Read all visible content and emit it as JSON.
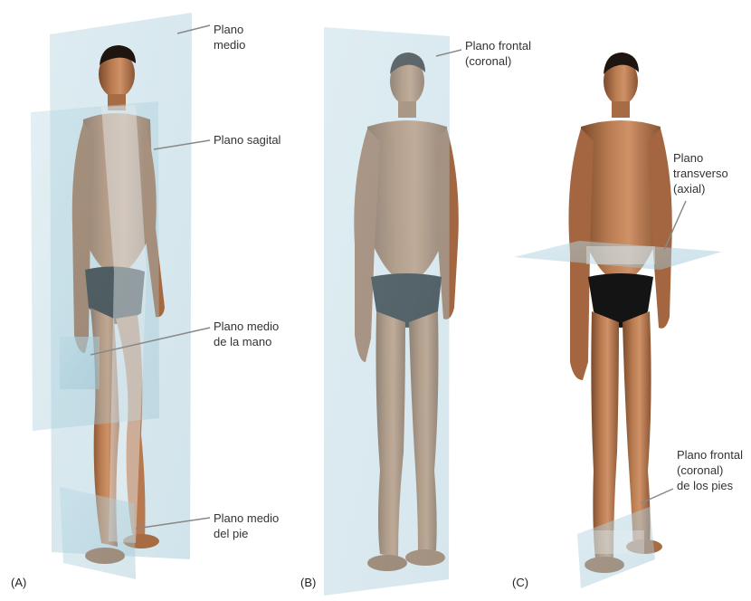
{
  "colors": {
    "plane_fill": "#a9ccd9",
    "plane_edge": "#8fb7c6",
    "skin": "#b07249",
    "skin_shadow": "#7a4a2c",
    "skin_highlight": "#cf9167",
    "hair": "#1e1410",
    "briefs": "#141414",
    "leader": "#888888",
    "label_text": "#333333"
  },
  "panels": [
    {
      "letter": "(A)",
      "labels": [
        {
          "text": "Plano\nmedio"
        },
        {
          "text": "Plano sagital"
        },
        {
          "text": "Plano medio\nde la mano"
        },
        {
          "text": "Plano medio\ndel pie"
        }
      ]
    },
    {
      "letter": "(B)",
      "labels": [
        {
          "text": "Plano frontal\n(coronal)"
        }
      ]
    },
    {
      "letter": "(C)",
      "labels": [
        {
          "text": "Plano\ntransverso\n(axial)"
        },
        {
          "text": "Plano frontal\n(coronal)\nde los pies"
        }
      ]
    }
  ]
}
